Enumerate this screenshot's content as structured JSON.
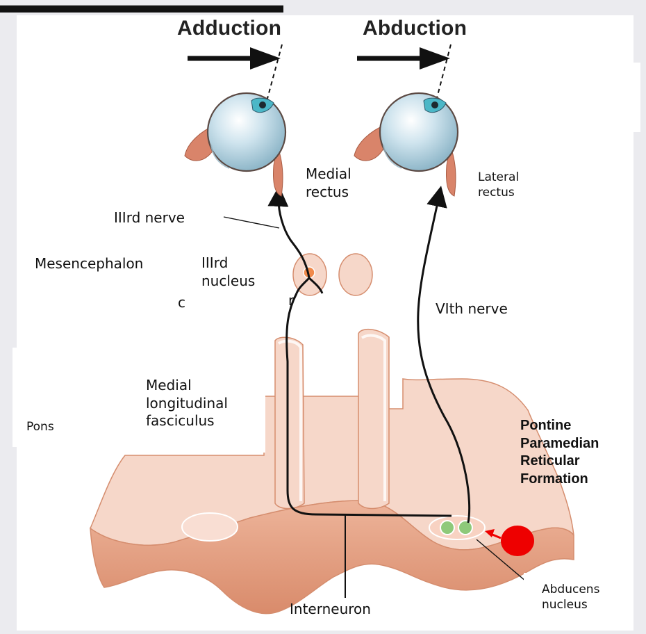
{
  "colors": {
    "page_background": "#ebebef",
    "panel": "#ffffff",
    "tissue": "#f6d7c9",
    "tissue_side": "#e7a98c",
    "tissue_stroke": "#d58d6e",
    "eye_fill": "#cfe4ee",
    "eye_stroke": "#5c4a44",
    "muscle": "#d9846a",
    "nerve": "#111111",
    "nucleus_green": "#8ec97a",
    "nucleus_orange": "#f08a4b",
    "lesion_red": "#ee0000"
  },
  "icons": {
    "left_eye": "eyeball-icon",
    "right_eye": "eyeball-icon",
    "adduction_arrow": "right-arrow-icon",
    "abduction_arrow": "right-arrow-icon",
    "lesion_marker": "red-dot-icon"
  },
  "labels": {
    "adduction": "Adduction",
    "abduction": "Abduction",
    "medial_rectus": "Medial\nrectus",
    "lateral_rectus": "Lateral\nrectus",
    "third_nerve": "IIIrd nerve",
    "mesencephalon": "Mesencephalon",
    "third_nucleus": "IIIrd\nnucleus",
    "sixth_nerve": "VIth nerve",
    "mlf": "Medial\nlongitudinal\nfasciculus",
    "pons": "Pons",
    "pprf": "Pontine\nParamedian\nReticular\nFormation",
    "interneuron": "Interneuron",
    "abducens_nucleus": "Abducens\nnucleus",
    "stray_c": "c",
    "stray_r": "r"
  }
}
